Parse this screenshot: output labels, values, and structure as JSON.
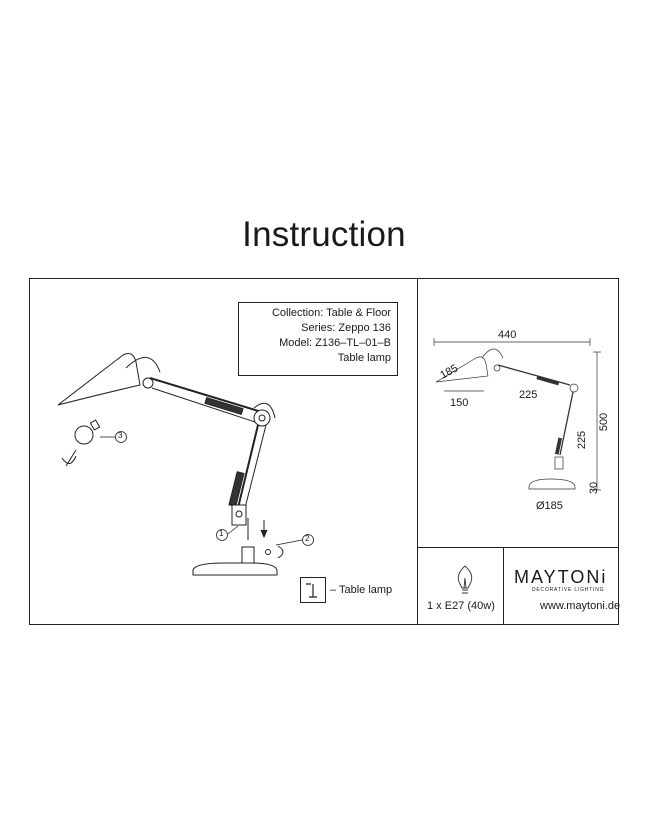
{
  "title": "Instruction",
  "product": {
    "collection": "Collection: Table & Floor",
    "series": "Series: Zeppo 136",
    "model": "Model: Z136–TL–01–B",
    "type": "Table lamp"
  },
  "callouts": [
    "1",
    "2",
    "3"
  ],
  "legend": {
    "label": "– Table lamp",
    "icon": "table-lamp-icon"
  },
  "dimensions": {
    "width": "440",
    "height": "500",
    "shade_height": "185",
    "shade_diameter": "150",
    "upper_arm": "225",
    "lower_arm": "225",
    "base_height": "30",
    "base_diameter": "Ø185"
  },
  "spec": {
    "bulb": "1 x E27 (40w)",
    "icon": "light-bulb-icon"
  },
  "brand": {
    "name": "MAYTONi",
    "tagline": "DECORATIVE LIGHTING",
    "website": "www.maytoni.de"
  }
}
